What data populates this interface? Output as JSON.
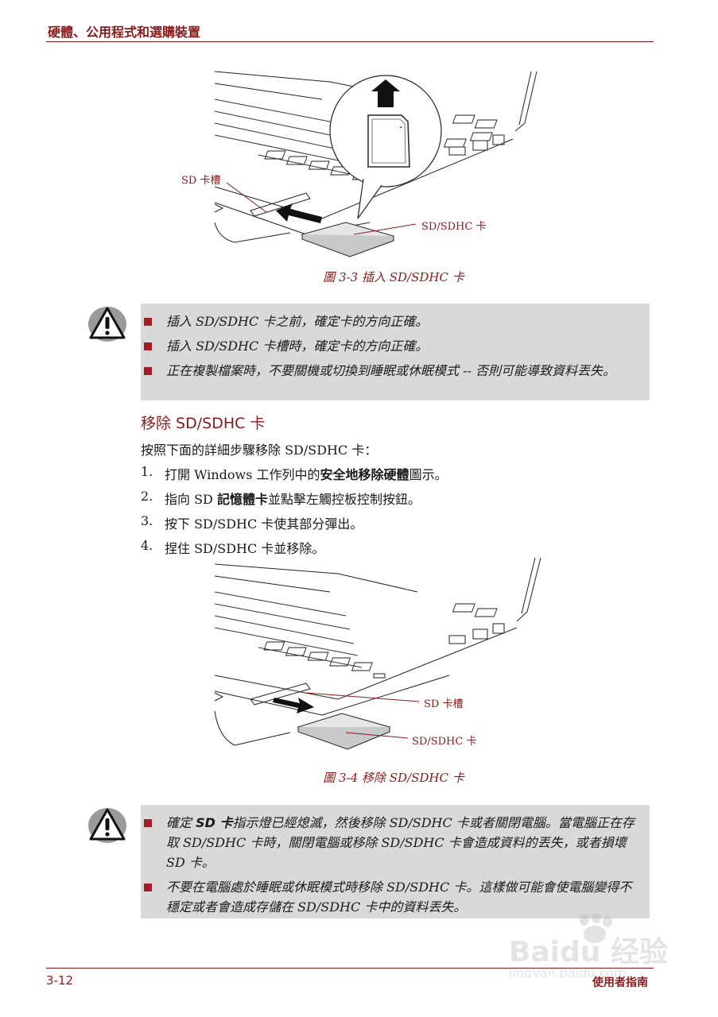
{
  "header": {
    "title": "硬體、公用程式和選購裝置"
  },
  "figure1": {
    "callout_slot": "SD 卡槽",
    "callout_card": "SD/SDHC 卡",
    "caption": "圖 3-3 插入 SD/SDHC 卡"
  },
  "note1": {
    "items": [
      "插入 SD/SDHC 卡之前，確定卡的方向正確。",
      "插入 SD/SDHC 卡槽時，確定卡的方向正確。",
      "正在複製檔案時，不要關機或切換到睡眠或休眠模式 -- 否則可能導致資料丟失。"
    ]
  },
  "section": {
    "heading": "移除 SD/SDHC 卡",
    "intro": "按照下面的詳細步驟移除 SD/SDHC 卡：",
    "steps": [
      {
        "num": "1.",
        "pre": "打開 Windows 工作列中的",
        "bold": "安全地移除硬體",
        "post": "圖示。"
      },
      {
        "num": "2.",
        "pre": "指向 SD ",
        "bold": "記憶體卡",
        "post": "並點擊左觸控板控制按鈕。"
      },
      {
        "num": "3.",
        "pre": "按下 SD/SDHC 卡使其部分彈出。",
        "bold": "",
        "post": ""
      },
      {
        "num": "4.",
        "pre": "捏住 SD/SDHC 卡並移除。",
        "bold": "",
        "post": ""
      }
    ]
  },
  "figure2": {
    "callout_slot": "SD 卡槽",
    "callout_card": "SD/SDHC 卡",
    "caption": "圖 3-4 移除 SD/SDHC 卡"
  },
  "note2": {
    "item1_pre": "確定 ",
    "item1_bold": "SD 卡",
    "item1_post": "指示燈已經熄滅，然後移除 SD/SDHC 卡或者關閉電腦。當電腦正在存取 SD/SDHC 卡時，關閉電腦或移除 SD/SDHC 卡會造成資料的丟失，或者損壞 SD 卡。",
    "item2": "不要在電腦處於睡眠或休眠模式時移除 SD/SDHC 卡。這樣做可能會使電腦變得不穩定或者會造成存儲在 SD/SDHC 卡中的資料丟失。"
  },
  "footer": {
    "page_number": "3-12",
    "title": "使用者指南"
  },
  "watermark": {
    "brand": "Baidu 经验",
    "url": "jingyan.baidu.com"
  },
  "colors": {
    "accent": "#8b1a1a",
    "bullet": "#a01d24",
    "note_bg": "#d9d9d9"
  }
}
